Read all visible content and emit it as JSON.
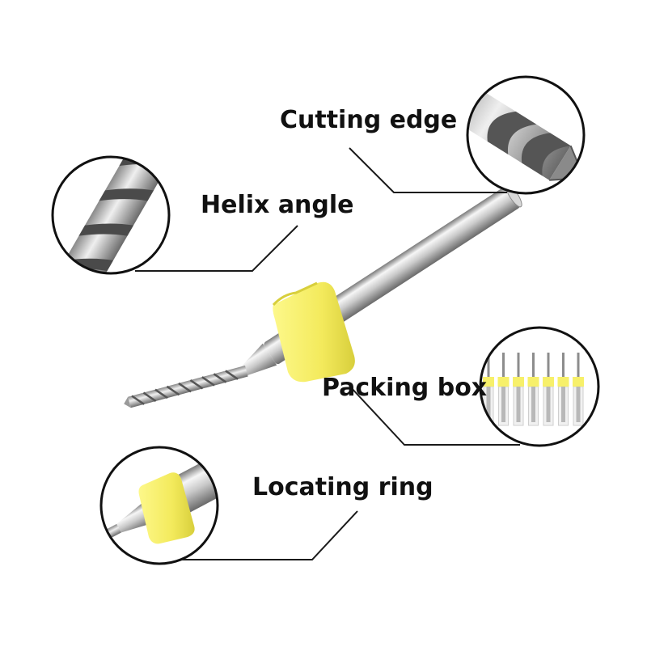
{
  "labels": {
    "cutting_edge": "Cutting edge",
    "helix_angle": "Helix angle",
    "packing_box": "Packing box",
    "locating_ring": "Locating ring"
  },
  "colors": {
    "ring_yellow": "#f7f06a",
    "ring_shade": "#d8cf3c",
    "steel_light": "#f4f4f4",
    "steel_mid": "#bdbdbd",
    "steel_dark": "#6f6f6f",
    "leader_line": "#1a1a1a"
  },
  "packing_box": {
    "bit_count": 7
  }
}
